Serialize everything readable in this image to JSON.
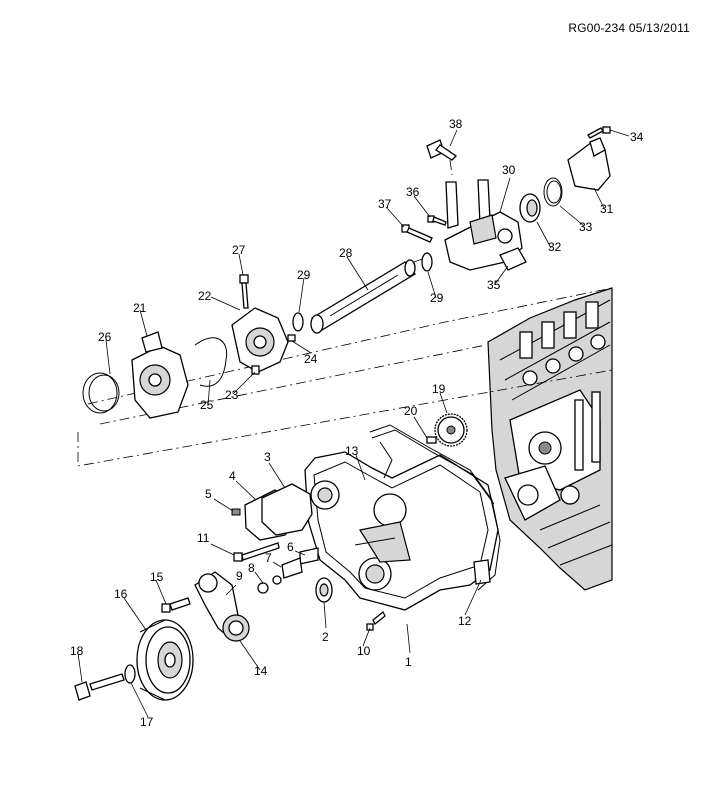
{
  "reference_code": "RG00-234 05/13/2011",
  "callouts": [
    "1",
    "2",
    "3",
    "4",
    "5",
    "6",
    "7",
    "8",
    "9",
    "10",
    "11",
    "12",
    "13",
    "14",
    "15",
    "16",
    "17",
    "18",
    "19",
    "20",
    "21",
    "22",
    "23",
    "24",
    "25",
    "26",
    "27",
    "28",
    "29",
    "29",
    "30",
    "31",
    "32",
    "33",
    "34",
    "35",
    "36",
    "37",
    "38"
  ]
}
